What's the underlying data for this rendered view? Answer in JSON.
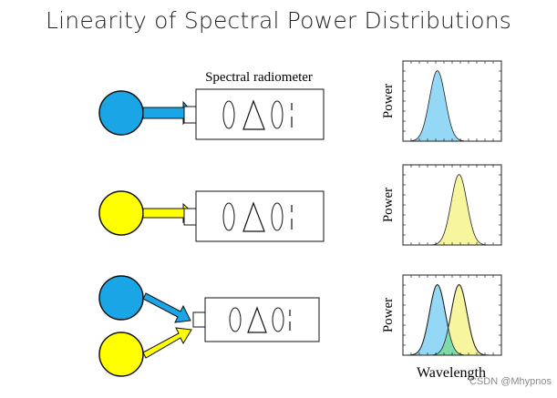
{
  "title": "Linearity of Spectral Power Distributions",
  "instrument_label": "Spectral radiometer",
  "y_axis_label": "Power",
  "x_axis_label": "Wavelength",
  "watermark": "CSDN @Mhypnos",
  "colors": {
    "blue_light": "#1aa6e6",
    "blue_fill": "#8fd6f4",
    "yellow_light": "#ffff00",
    "yellow_fill": "#f7f59a",
    "green_overlap": "#7fd9a8"
  },
  "chart_data": [
    {
      "type": "area",
      "title": "",
      "xlabel": "",
      "ylabel": "Power",
      "series": [
        {
          "color": "blue",
          "peak_x": 0.35,
          "width": 0.08,
          "peak_y": 0.88
        }
      ]
    },
    {
      "type": "area",
      "title": "",
      "xlabel": "",
      "ylabel": "Power",
      "series": [
        {
          "color": "yellow",
          "peak_x": 0.57,
          "width": 0.08,
          "peak_y": 0.88
        }
      ]
    },
    {
      "type": "area",
      "title": "",
      "xlabel": "Wavelength",
      "ylabel": "Power",
      "series": [
        {
          "color": "blue",
          "peak_x": 0.35,
          "width": 0.08,
          "peak_y": 0.88
        },
        {
          "color": "yellow",
          "peak_x": 0.57,
          "width": 0.08,
          "peak_y": 0.88
        }
      ]
    }
  ]
}
